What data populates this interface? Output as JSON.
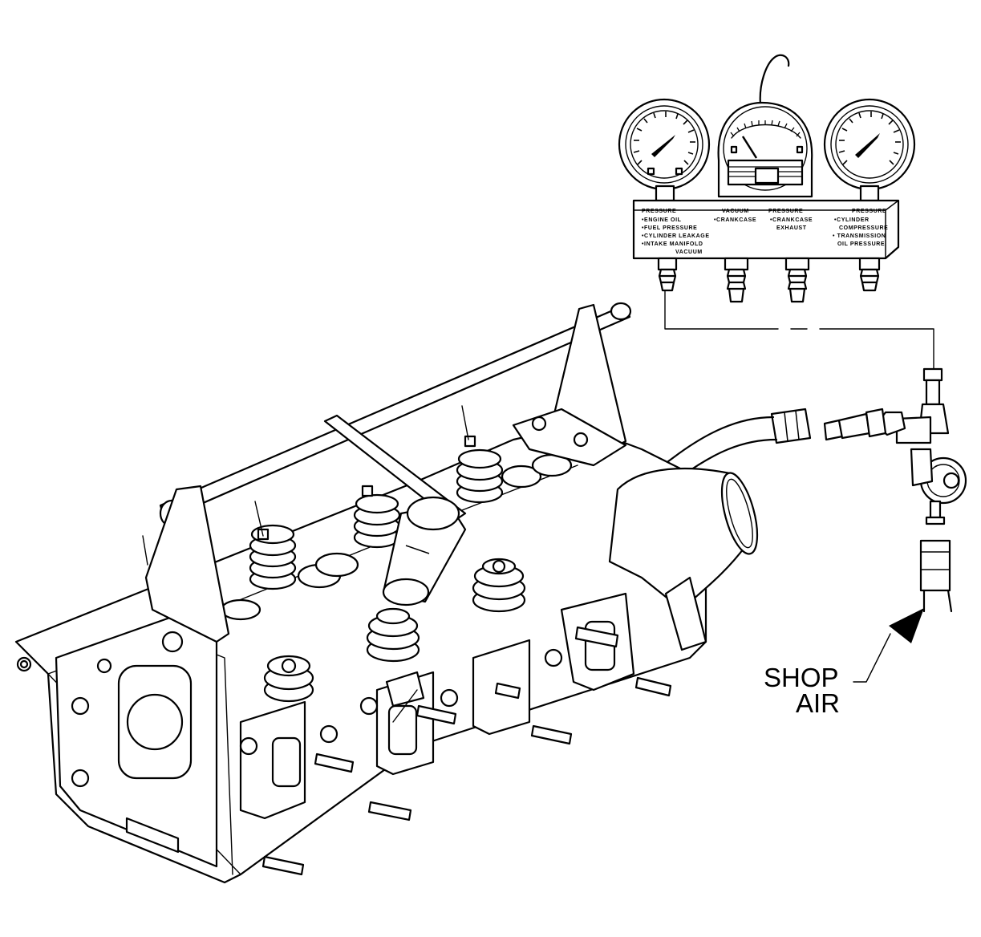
{
  "callout": {
    "line1": "SHOP",
    "line2": "AIR"
  },
  "gauge_panel": {
    "columns": [
      {
        "header": "PRESSURE",
        "items": [
          "•ENGINE OIL",
          "•FUEL PRESSURE",
          "•CYLINDER LEAKAGE",
          "•INTAKE MANIFOLD",
          "VACUUM"
        ]
      },
      {
        "header": "VACUUM",
        "items": [
          "•CRANKCASE"
        ]
      },
      {
        "header": "PRESSURE",
        "items": [
          "•CRANKCASE",
          "EXHAUST"
        ]
      },
      {
        "header": "PRESSURE",
        "items": [
          "•CYLINDER",
          "COMPRESSURE",
          "• TRANSMISSION",
          "OIL PRESSURE"
        ]
      }
    ]
  },
  "icons": {
    "pressure_gauge_left": "pressure-gauge-icon",
    "vacuum_gauge_center": "vacuum-gauge-icon",
    "pressure_gauge_right": "pressure-gauge-icon",
    "arrow": "arrow-icon"
  }
}
